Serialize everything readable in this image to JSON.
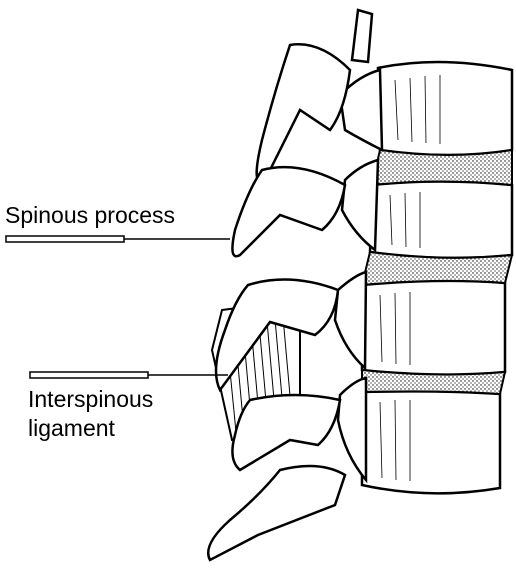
{
  "figure": {
    "labels": {
      "spinous_process": "Spinous process",
      "interspinous_line1": "Interspinous",
      "interspinous_line2": "ligament"
    },
    "colors": {
      "ink": "#000000",
      "bone": "#ffffff",
      "disc_stipple": "#d9d9d9"
    }
  }
}
